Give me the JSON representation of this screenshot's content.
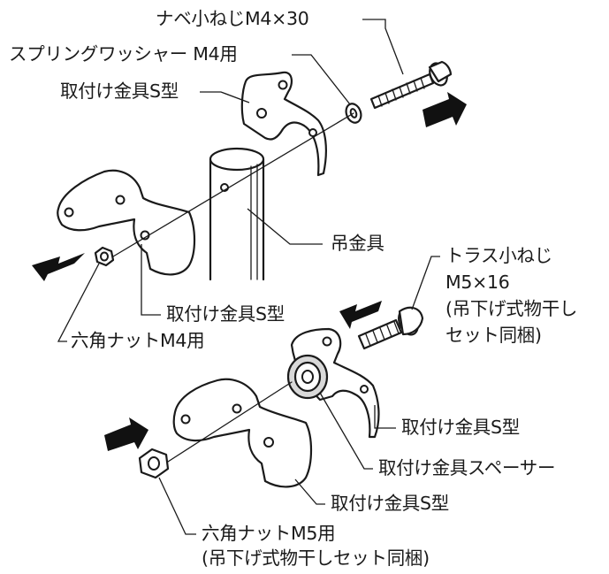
{
  "labels": {
    "pan_screw_m4": "ナベ小ねじM4×30",
    "spring_washer_m4": "スプリングワッシャー M4用",
    "bracket_s_top_1": "取付け金具S型",
    "hanger_fitting": "吊金具",
    "bracket_s_top_2": "取付け金具S型",
    "hex_nut_m4": "六角ナットM4用",
    "truss_screw_line1": "トラス小ねじ",
    "truss_screw_line2": "M5×16",
    "truss_screw_line3": "(吊下げ式物干し",
    "truss_screw_line4": "セット同梱)",
    "bracket_s_bottom_1": "取付け金具S型",
    "bracket_spacer": "取付け金具スペーサー",
    "bracket_s_bottom_2": "取付け金具S型",
    "hex_nut_m5_line1": "六角ナットM5用",
    "hex_nut_m5_line2": "(吊下げ式物干しセット同梱)"
  }
}
